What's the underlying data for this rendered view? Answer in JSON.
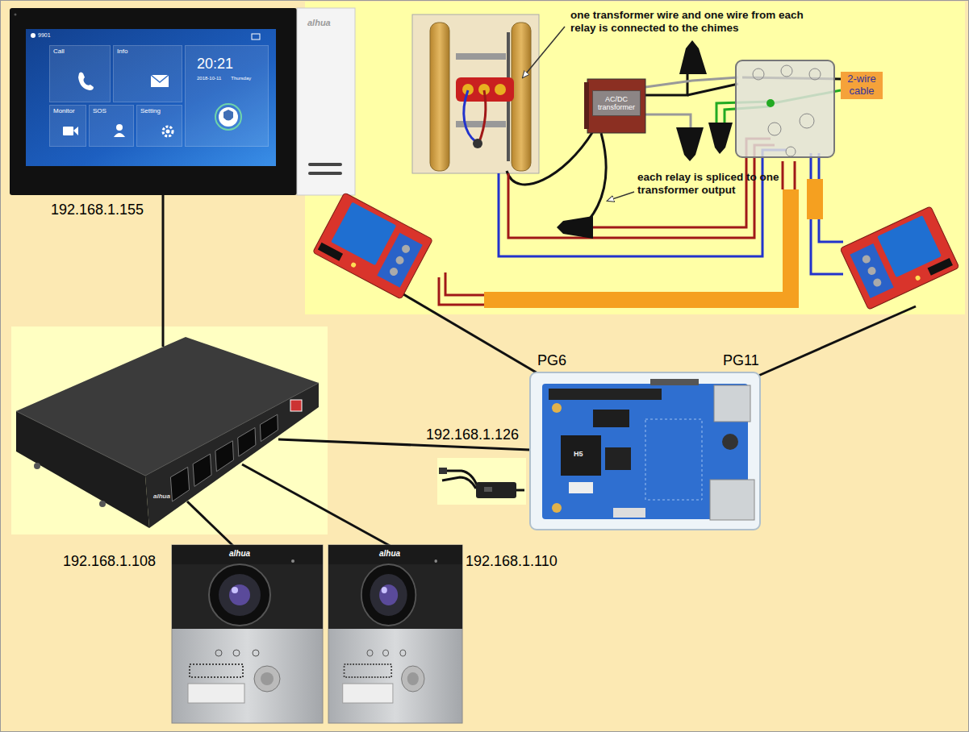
{
  "diagram": {
    "nodes": [
      {
        "text": [
          "AC/DC transformer"
        ]
      },
      {
        "text": [
          "2-wire cable"
        ]
      },
      {
        "text": [
          "Call"
        ]
      },
      {
        "text": [
          "Info"
        ]
      },
      {
        "text": [
          "20:21",
          "2018-10-11",
          "Thursday"
        ]
      },
      {
        "text": [
          "Monitor"
        ]
      },
      {
        "text": [
          "SOS"
        ]
      },
      {
        "text": [
          "Setting"
        ]
      }
    ],
    "labels": [
      "one transformer wire and one wire from each relay is connected to the chimes",
      "each relay is spliced to one transformer output",
      "192.168.1.155",
      "PG6",
      "PG11",
      "192.168.1.126",
      "192.168.1.108",
      "192.168.1.110",
      "9901",
      "alhua",
      "alhua",
      "alhua",
      "alhua",
      "H5"
    ]
  }
}
